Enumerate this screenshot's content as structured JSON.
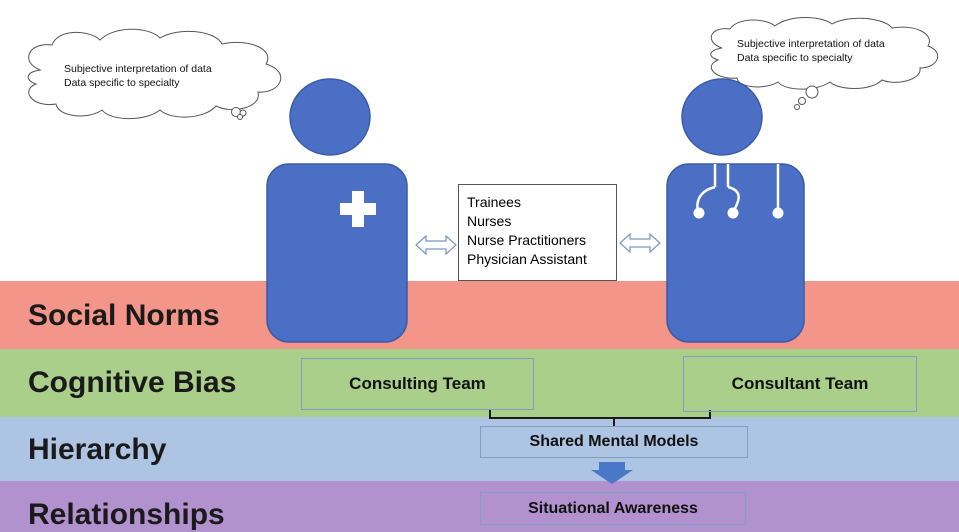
{
  "bands": [
    {
      "label": "Social Norms",
      "color": "#f4958a"
    },
    {
      "label": "Cognitive Bias",
      "color": "#a9cf8a"
    },
    {
      "label": "Hierarchy",
      "color": "#adc4e3"
    },
    {
      "label": "Relationships",
      "color": "#b291cf"
    }
  ],
  "left_thought": {
    "line1": "Subjective interpretation of data",
    "line2": "Data specific to specialty"
  },
  "right_thought": {
    "line1": "Subjective interpretation of data",
    "line2": "Data specific to specialty"
  },
  "roles": [
    "Trainees",
    "Nurses",
    "Nurse Practitioners",
    "Physician Assistant"
  ],
  "boxes": {
    "consulting": "Consulting Team",
    "consultant": "Consultant Team",
    "shared": "Shared Mental Models",
    "situational": "Situational Awareness"
  },
  "colors": {
    "figure": "#4a6fc4",
    "figure_outline": "#3a5ba8",
    "box_border": "#7f9fc4",
    "arrow": "#4a78c8"
  },
  "icons": {
    "left_figure": "nurse-icon",
    "right_figure": "doctor-stethoscope-icon"
  }
}
